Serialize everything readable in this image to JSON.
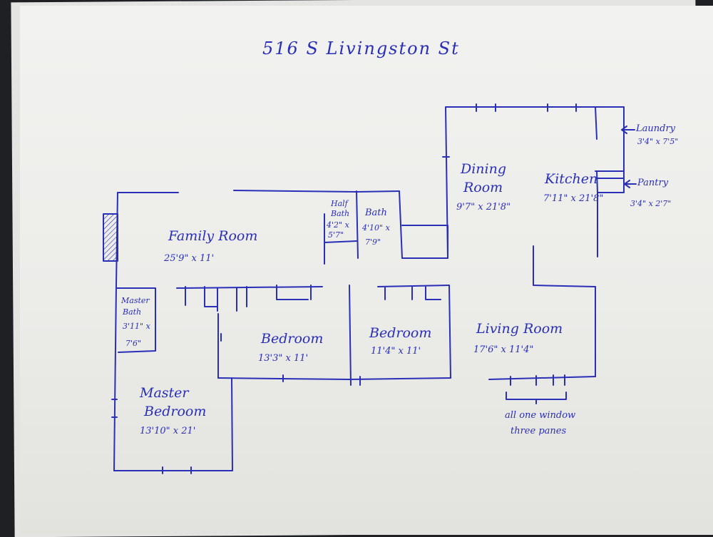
{
  "title": "516 S Livingston St",
  "rooms": {
    "family_room": {
      "name": "Family Room",
      "dims": "25'9\" x 11'"
    },
    "half_bath": {
      "name_line1": "Half",
      "name_line2": "Bath",
      "dims_line1": "4'2\" x",
      "dims_line2": "5'7\""
    },
    "bath": {
      "name": "Bath",
      "dims_line1": "4'10\" x",
      "dims_line2": "7'9\""
    },
    "dining_room": {
      "name_line1": "Dining",
      "name_line2": "Room",
      "dims": "9'7\" x 21'8\""
    },
    "kitchen": {
      "name": "Kitchen",
      "dims": "7'11\" x 21'8\""
    },
    "laundry": {
      "name": "Laundry",
      "dims": "3'4\" x 7'5\""
    },
    "pantry": {
      "name": "Pantry",
      "dims": "3'4\" x 2'7\""
    },
    "master_bath": {
      "name_line1": "Master",
      "name_line2": "Bath",
      "dims_line1": "3'11\" x",
      "dims_line2": "7'6\""
    },
    "master_bedroom": {
      "name_line1": "Master",
      "name_line2": "Bedroom",
      "dims": "13'10\" x 21'"
    },
    "bedroom_1": {
      "name": "Bedroom",
      "dims": "13'3\" x 11'"
    },
    "bedroom_2": {
      "name": "Bedroom",
      "dims": "11'4\" x 11'"
    },
    "living_room": {
      "name": "Living Room",
      "dims": "17'6\" x 11'4\""
    }
  },
  "note": {
    "line1": "all one window",
    "line2": "three panes"
  },
  "ink_color": "#2a2fb8"
}
